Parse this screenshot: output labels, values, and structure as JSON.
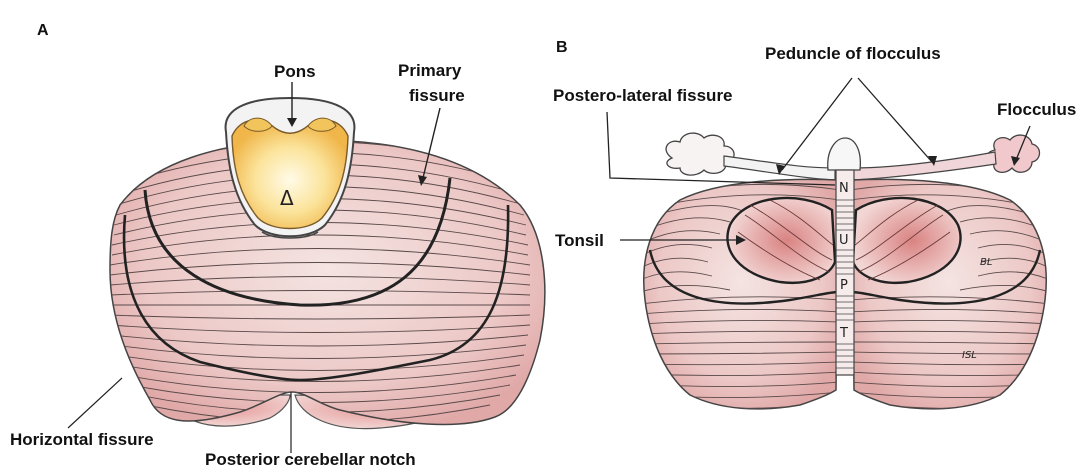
{
  "panel_a": {
    "letter": "A",
    "labels": {
      "pons": "Pons",
      "primary_fissure_line1": "Primary",
      "primary_fissure_line2": "fissure",
      "horizontal_fissure": "Horizontal fissure",
      "posterior_notch": "Posterior cerebellar notch",
      "ventricle_mark": "Δ"
    }
  },
  "panel_b": {
    "letter": "B",
    "labels": {
      "peduncle": "Peduncle of flocculus",
      "postero_lateral": "Postero-lateral fissure",
      "flocculus": "Flocculus",
      "tonsil": "Tonsil",
      "n": "N",
      "u": "U",
      "p": "P",
      "t": "T",
      "bl": "BL",
      "isl": "ISL"
    }
  },
  "colors": {
    "lobe_fill": "#e9c3c1",
    "lobe_dark": "#d7908f",
    "pons_fill": "#f6d37a",
    "pons_core": "#fff3c4",
    "stroke": "#333333"
  }
}
